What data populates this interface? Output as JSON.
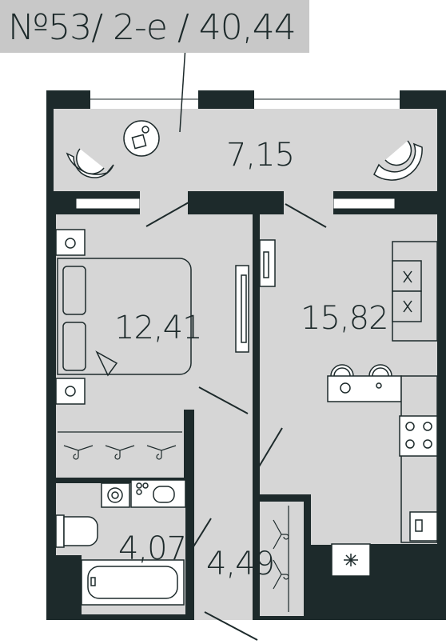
{
  "header": {
    "title": "№53/ 2-е  / 40,44",
    "background": "#c8c8c8"
  },
  "rooms": [
    {
      "key": "balcony",
      "area": "7,15"
    },
    {
      "key": "bedroom",
      "area": "12,41"
    },
    {
      "key": "living",
      "area": "15,82"
    },
    {
      "key": "bath",
      "area": "4,07"
    },
    {
      "key": "hall",
      "area": "4,49"
    }
  ],
  "colors": {
    "wall": "#1d2a2b",
    "floor": "#d6d6d6",
    "background": "#ffffff",
    "line": "#1d2a2b"
  },
  "icons": [
    "armchair-icon",
    "plant-table-icon",
    "bed-icon",
    "nightstand-icon",
    "tv-icon",
    "sofa-icon",
    "dining-table-icon",
    "stove-icon",
    "sink-icon",
    "wardrobe-hanger-icon",
    "washing-machine-icon",
    "toilet-icon",
    "bathtub-icon",
    "fridge-icon",
    "door-swing-icon"
  ]
}
